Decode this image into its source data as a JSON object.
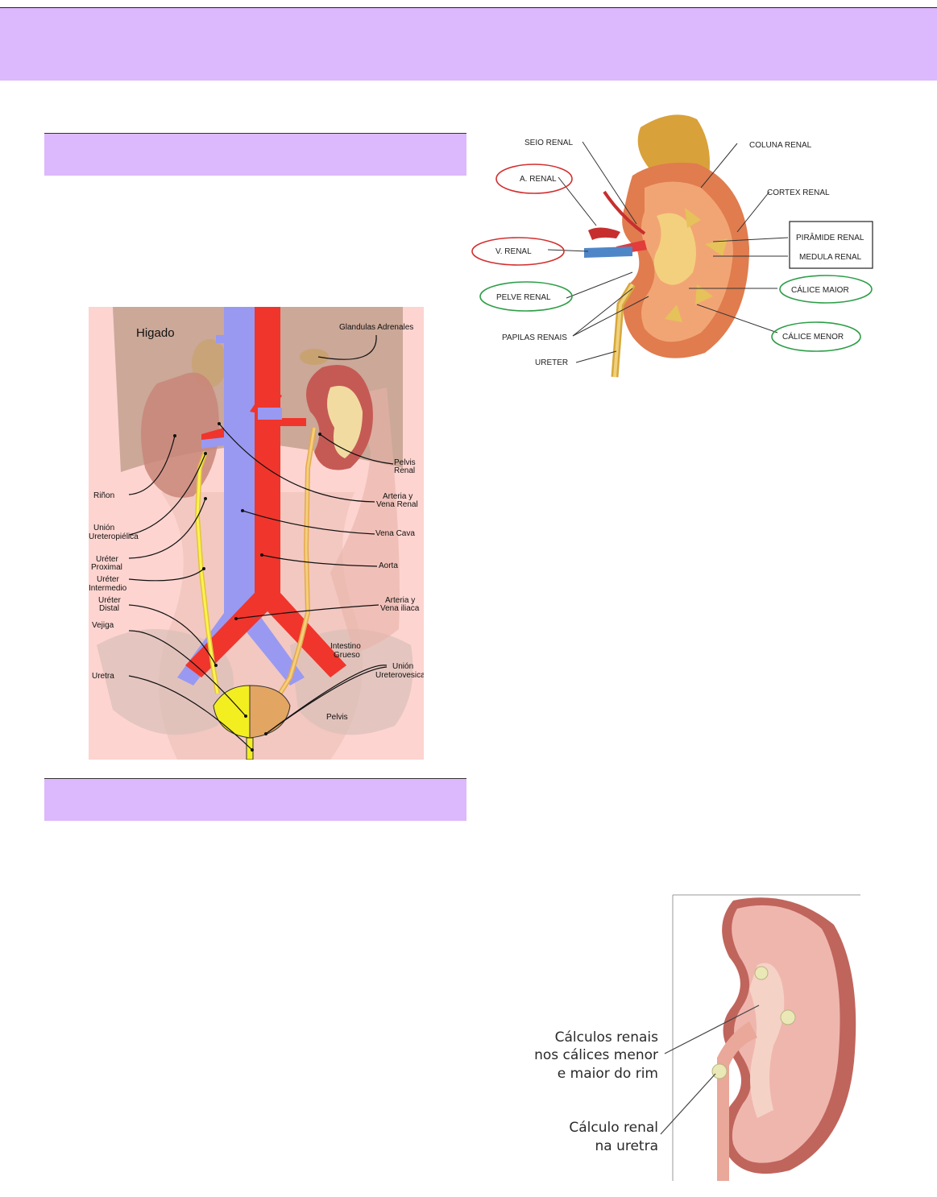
{
  "page": {
    "colors": {
      "band": "#dcb8fc",
      "red_circle": "#d32f2f",
      "green_circle": "#2e9e48"
    }
  },
  "urinary": {
    "liver": "Higado",
    "adrenal": "Glandulas Adrenales",
    "kidney": "Riñon",
    "upj_1": "Unión",
    "upj_2": "Ureteropiélica",
    "ureter_prox_1": "Uréter",
    "ureter_prox_2": "Proximal",
    "ureter_mid_1": "Uréter",
    "ureter_mid_2": "Intermedio",
    "ureter_dist_1": "Uréter",
    "ureter_dist_2": "Distal",
    "bladder": "Vejiga",
    "urethra": "Uretra",
    "pelvis_renal_1": "Pelvis",
    "pelvis_renal_2": "Renal",
    "renal_av_1": "Arteria y",
    "renal_av_2": "Vena Renal",
    "vena_cava": "Vena Cava",
    "aorta": "Aorta",
    "iliac_1": "Arteria y",
    "iliac_2": "Vena iliaca",
    "colon_1": "Intestino",
    "colon_2": "Grueso",
    "uvj_1": "Unión",
    "uvj_2": "Ureterovesical",
    "pelvis": "Pelvis"
  },
  "kidney": {
    "seio": "SEIO RENAL",
    "a_renal": "A. RENAL",
    "v_renal": "V. RENAL",
    "pelve": "PELVE RENAL",
    "papilas": "PAPILAS RENAIS",
    "ureter": "URETER",
    "coluna": "COLUNA RENAL",
    "cortex": "CORTEX RENAL",
    "piramide": "PIRÂMIDE RENAL",
    "medula": "MEDULA RENAL",
    "calice_maior": "CÁLICE MAIOR",
    "calice_menor": "CÁLICE MENOR"
  },
  "stones": {
    "line1": "Cálculos renais",
    "line2": "nos cálices menor",
    "line3": "e maior do rim",
    "line4": "Cálculo renal",
    "line5": "na uretra"
  }
}
